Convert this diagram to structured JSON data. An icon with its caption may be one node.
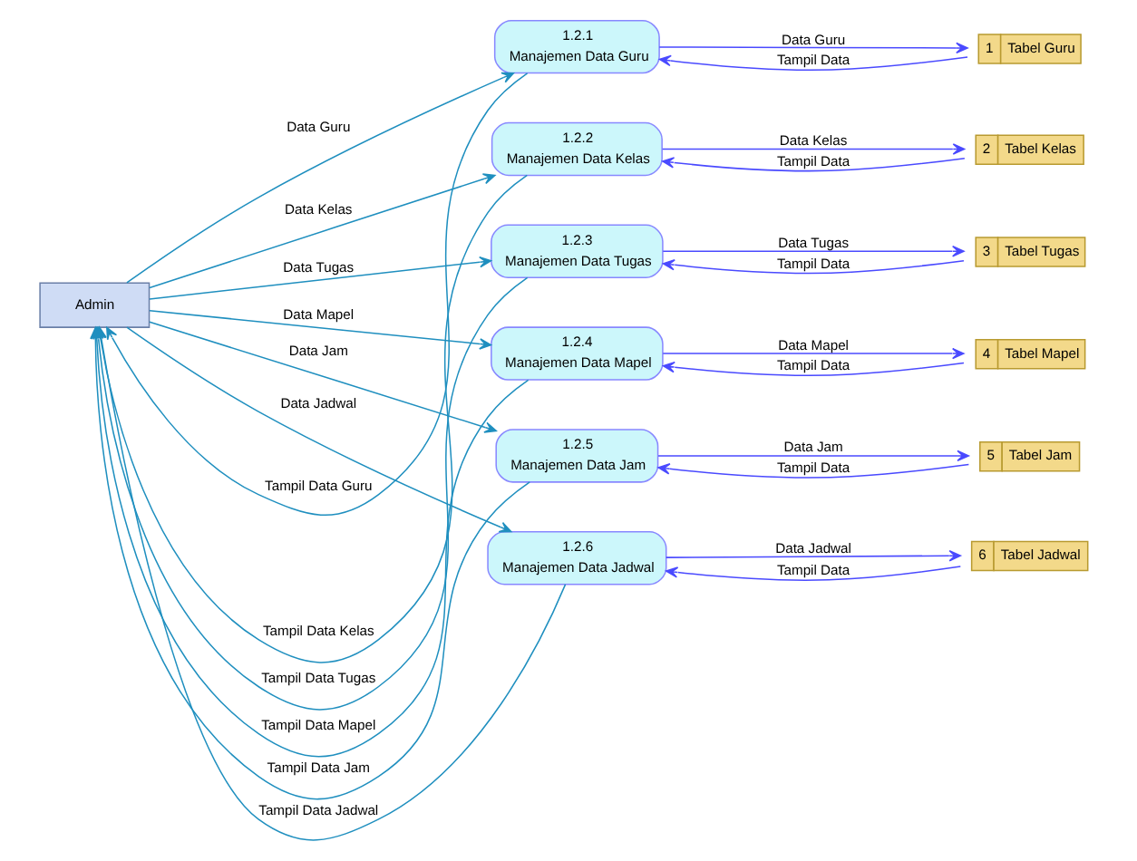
{
  "diagram": {
    "nodes": [
      {
        "text": [
          "Admin"
        ]
      },
      {
        "text": [
          "1.2.1",
          "Manajemen Data Guru"
        ]
      },
      {
        "text": [
          "1.2.2",
          "Manajemen Data Kelas"
        ]
      },
      {
        "text": [
          "1.2.3",
          "Manajemen Data Tugas"
        ]
      },
      {
        "text": [
          "1.2.4",
          "Manajemen Data Mapel"
        ]
      },
      {
        "text": [
          "1.2.5",
          "Manajemen Data Jam"
        ]
      },
      {
        "text": [
          "1.2.6",
          "Manajemen Data Jadwal"
        ]
      },
      {
        "text": [
          "1",
          "Tabel Guru"
        ]
      },
      {
        "text": [
          "2",
          "Tabel Kelas"
        ]
      },
      {
        "text": [
          "3",
          "Tabel Tugas"
        ]
      },
      {
        "text": [
          "4",
          "Tabel Mapel"
        ]
      },
      {
        "text": [
          "5",
          "Tabel Jam"
        ]
      },
      {
        "text": [
          "6",
          "Tabel Jadwal"
        ]
      }
    ],
    "edges": [
      {
        "from": 1,
        "to": 0,
        "arrow": "to",
        "label": "Tampil Data Guru"
      },
      {
        "from": 0,
        "to": 1,
        "arrow": "to",
        "label": "Data Guru"
      },
      {
        "from": 1,
        "to": 7,
        "arrow": "to",
        "label": "Data Guru",
        "color": "#4a4aff"
      },
      {
        "from": 7,
        "to": 1,
        "arrow": "to",
        "label": "Tampil Data",
        "color": "#4a4aff"
      },
      {
        "from": 0,
        "to": 2,
        "arrow": "to",
        "label": "Data Kelas"
      },
      {
        "from": 2,
        "to": 0,
        "arrow": "to",
        "label": "Tampil Data Kelas"
      },
      {
        "from": 2,
        "to": 8,
        "arrow": "to",
        "label": "Data Kelas",
        "color": "#4a4aff"
      },
      {
        "from": 8,
        "to": 2,
        "arrow": "to",
        "label": "Tampil Data",
        "color": "#4a4aff"
      },
      {
        "from": 3,
        "to": 0,
        "arrow": "to",
        "label": "Tampil Data Tugas"
      },
      {
        "from": 0,
        "to": 3,
        "arrow": "to",
        "label": "Data Tugas"
      },
      {
        "from": 3,
        "to": 9,
        "arrow": "to",
        "label": "Data Tugas",
        "color": "#4a4aff"
      },
      {
        "from": 9,
        "to": 3,
        "arrow": "to",
        "label": "Tampil Data",
        "color": "#4a4aff"
      },
      {
        "from": 4,
        "to": 0,
        "arrow": "to",
        "label": "Tampil Data Mapel"
      },
      {
        "from": 0,
        "to": 4,
        "arrow": "to",
        "label": "Data Mapel"
      },
      {
        "from": 4,
        "to": 10,
        "arrow": "to",
        "label": "Data Mapel",
        "color": "#4a4aff"
      },
      {
        "from": 10,
        "to": 4,
        "arrow": "to",
        "label": "Tampil Data",
        "color": "#4a4aff"
      },
      {
        "from": 5,
        "to": 0,
        "arrow": "to",
        "label": "Tampil Data Jam"
      },
      {
        "from": 0,
        "to": 5,
        "arrow": "to",
        "label": "Data Jam"
      },
      {
        "from": 5,
        "to": 11,
        "arrow": "to",
        "label": "Data Jam",
        "color": "#4a4aff"
      },
      {
        "from": 11,
        "to": 5,
        "arrow": "to",
        "label": "Tampil Data",
        "color": "#4a4aff"
      },
      {
        "from": 0,
        "to": 6,
        "arrow": "to",
        "label": "Data Jadwal"
      },
      {
        "from": 6,
        "to": 0,
        "arrow": "to",
        "label": "Tampil Data Jadwal"
      },
      {
        "from": 6,
        "to": 12,
        "arrow": "to",
        "label": "Data Jadwal",
        "color": "#4a4aff"
      },
      {
        "from": 12,
        "to": 6,
        "arrow": "to",
        "label": "Tampil Data",
        "color": "#4a4aff"
      }
    ]
  }
}
